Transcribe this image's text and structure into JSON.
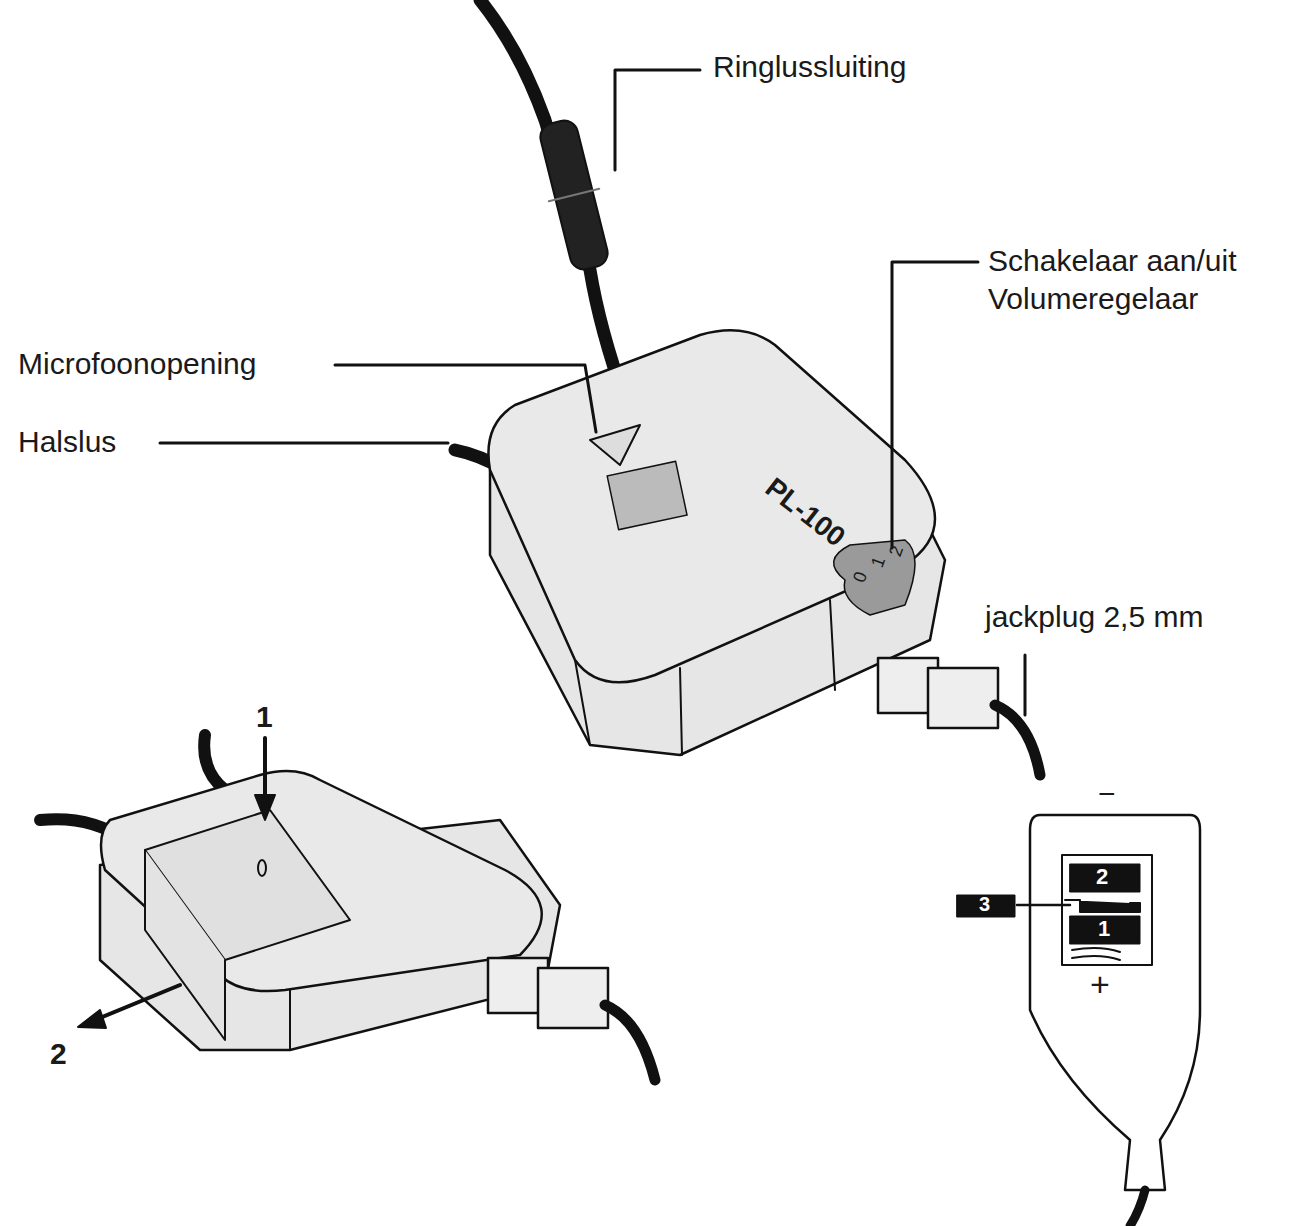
{
  "diagram": {
    "labels": [
      "Ringlussluiting",
      "Schakelaar aan/uit Volumeregelaar",
      "Microfoonopening",
      "Halslus",
      "PL-100",
      "0",
      "1",
      "2",
      "jackplug 2,5 mm",
      "1",
      "2",
      "−",
      "2",
      "3",
      "1",
      "+"
    ]
  }
}
